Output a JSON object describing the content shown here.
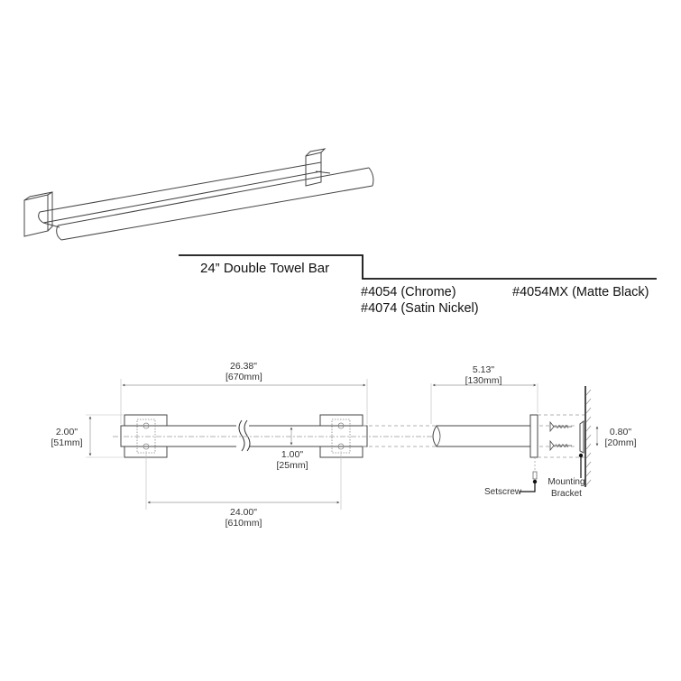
{
  "title": "24”  Double Towel Bar",
  "models": [
    {
      "code": "#4054",
      "finish": "(Chrome)",
      "label": "#4054 (Chrome)"
    },
    {
      "code": "#4074",
      "finish": "(Satin Nickel)",
      "label": "#4074 (Satin Nickel)"
    },
    {
      "code": "#4054MX",
      "finish": "(Matte Black)",
      "label": "#4054MX (Matte Black)"
    }
  ],
  "front_view": {
    "overall_width": {
      "in": "26.38\"",
      "mm": "[670mm]"
    },
    "flange_height": {
      "in": "2.00\"",
      "mm": "[51mm]"
    },
    "bar_diameter": {
      "in": "1.00\"",
      "mm": "[25mm]"
    },
    "center_to_center": {
      "in": "24.00\"",
      "mm": "[610mm]"
    }
  },
  "side_view": {
    "projection": {
      "in": "5.13\"",
      "mm": "[130mm]"
    },
    "bracket_height": {
      "in": "0.80\"",
      "mm": "[20mm]"
    },
    "callouts": {
      "setscrew": "Setscrew",
      "mounting_bracket_line1": "Mounting",
      "mounting_bracket_line2": "Bracket"
    }
  },
  "colors": {
    "line": "#333333",
    "dim_line": "#999999",
    "background": "#ffffff"
  }
}
